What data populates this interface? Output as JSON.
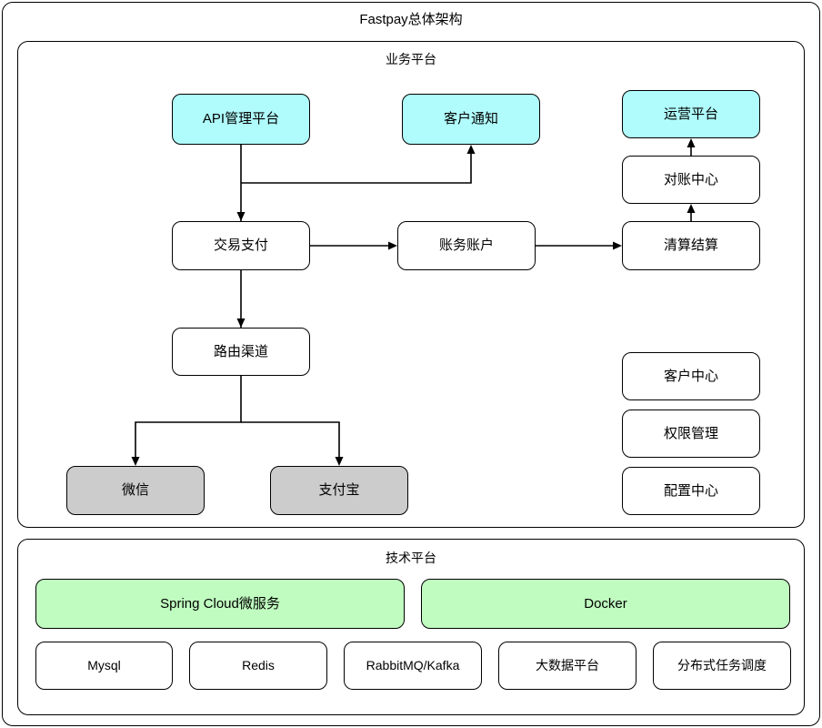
{
  "diagram": {
    "title": "Fastpay总体架构",
    "colors": {
      "cyan": "#b0fcfc",
      "green": "#c0fcc0",
      "gray": "#cccccc",
      "stroke": "#000000",
      "background": "#ffffff"
    }
  },
  "business_platform": {
    "title": "业务平台",
    "nodes": {
      "api_platform": "API管理平台",
      "customer_notify": "客户通知",
      "ops_platform": "运营平台",
      "recon_center": "对账中心",
      "clearing_settlement": "清算结算",
      "transaction_payment": "交易支付",
      "account_ledger": "账务账户",
      "routing_channel": "路由渠道",
      "wechat": "微信",
      "alipay": "支付宝",
      "customer_center": "客户中心",
      "permission_mgmt": "权限管理",
      "config_center": "配置中心"
    }
  },
  "tech_platform": {
    "title": "技术平台",
    "primary": [
      "Spring Cloud微服务",
      "Docker"
    ],
    "components": [
      "Mysql",
      "Redis",
      "RabbitMQ/Kafka",
      "大数据平台",
      "分布式任务调度"
    ]
  },
  "edges": [
    {
      "from": "API管理平台",
      "to": "客户通知"
    },
    {
      "from": "API管理平台",
      "to": "交易支付"
    },
    {
      "from": "交易支付",
      "to": "账务账户"
    },
    {
      "from": "交易支付",
      "to": "路由渠道"
    },
    {
      "from": "账务账户",
      "to": "清算结算"
    },
    {
      "from": "清算结算",
      "to": "对账中心"
    },
    {
      "from": "对账中心",
      "to": "运营平台"
    },
    {
      "from": "路由渠道",
      "to": "微信"
    },
    {
      "from": "路由渠道",
      "to": "支付宝"
    }
  ]
}
